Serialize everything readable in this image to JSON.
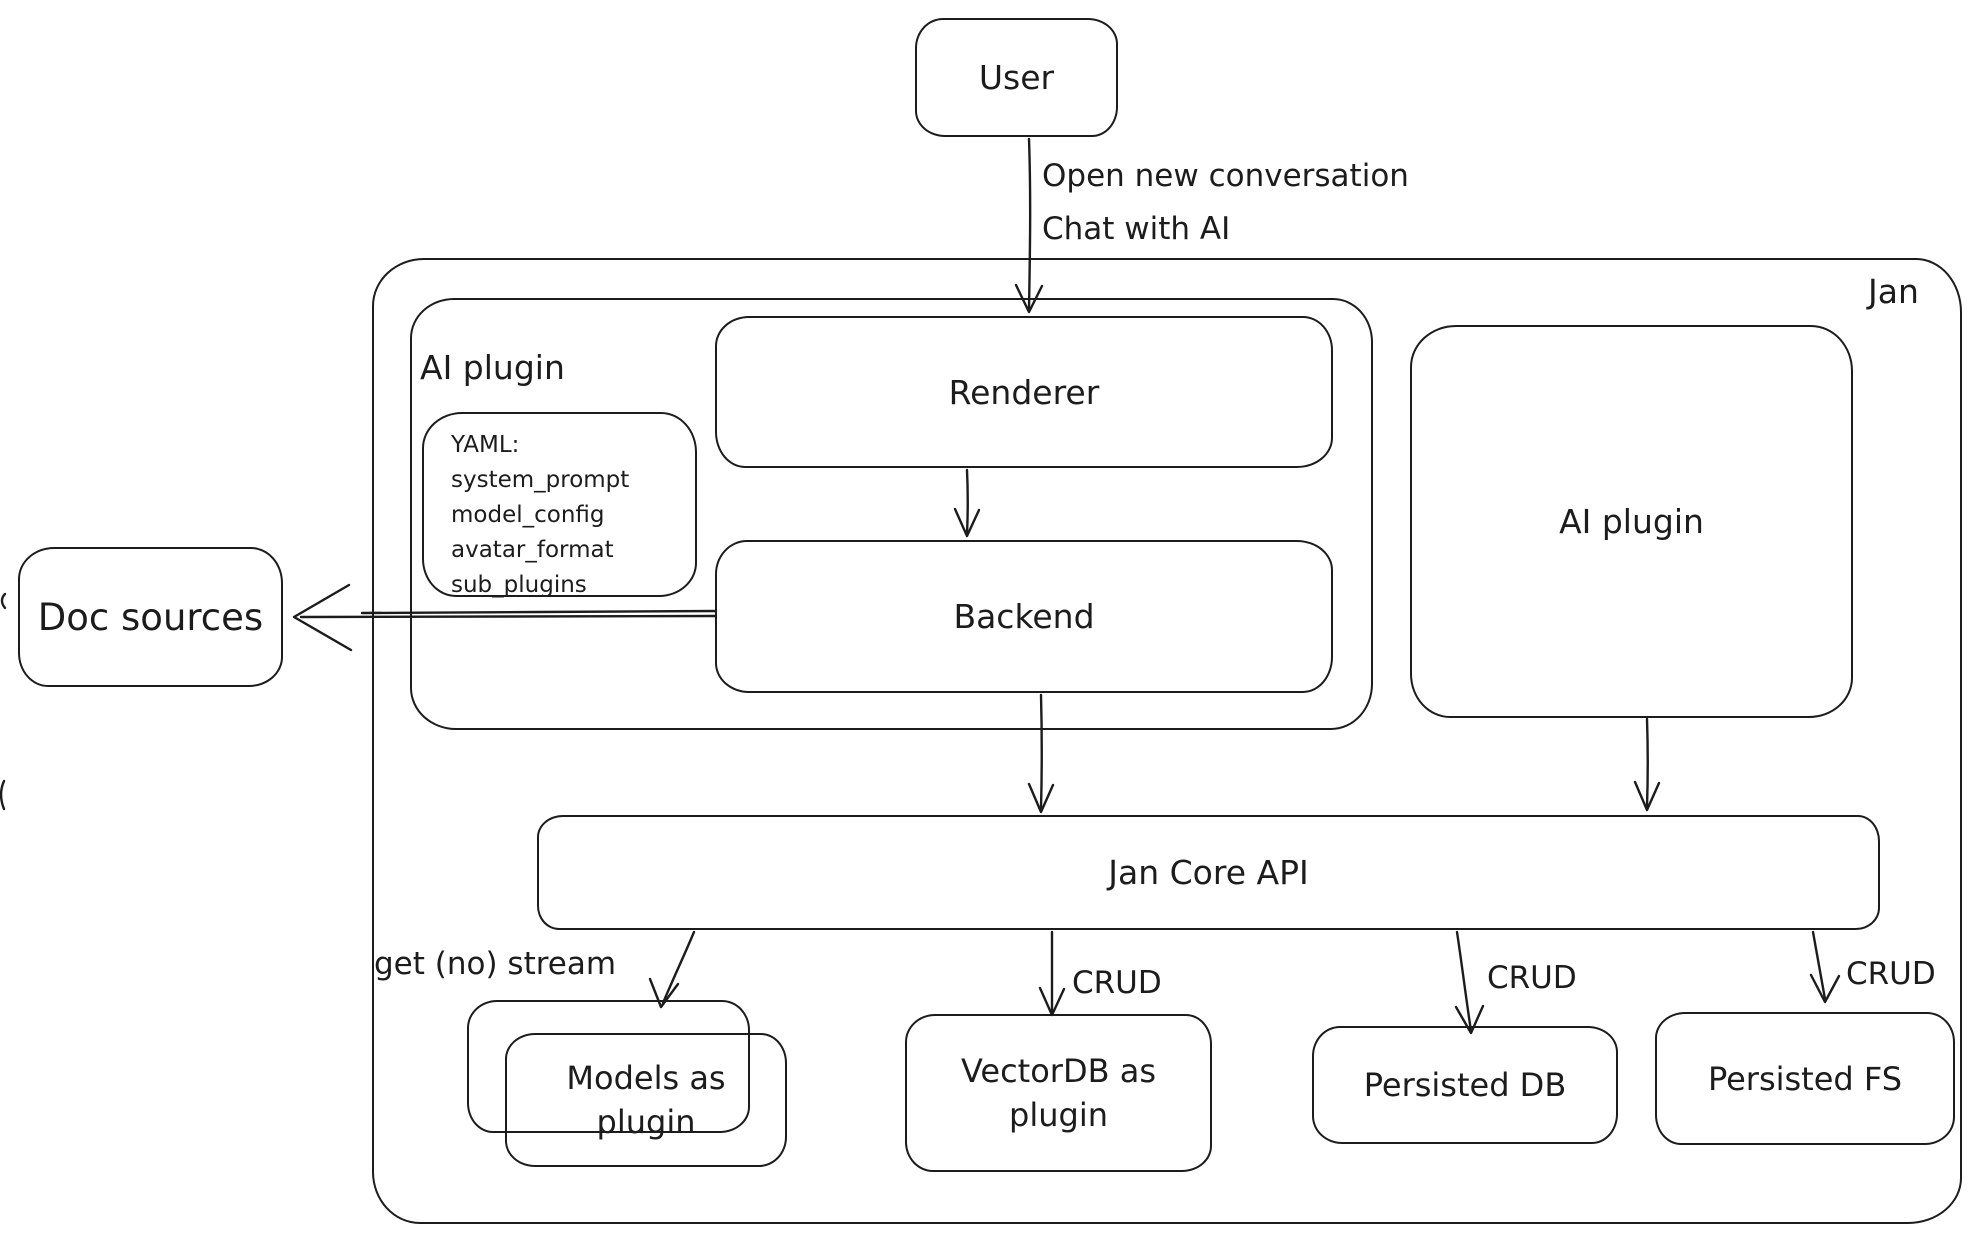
{
  "colors": {
    "stroke": "#1c1c1c",
    "background": "#ffffff"
  },
  "nodes": {
    "user": {
      "label": "User"
    },
    "jan": {
      "label": "Jan"
    },
    "ai_plugin_group": {
      "label": "AI plugin"
    },
    "renderer": {
      "label": "Renderer"
    },
    "yaml_note": {
      "lines": [
        "YAML:",
        "system_prompt",
        "model_config",
        "avatar_format",
        "sub_plugins"
      ]
    },
    "backend": {
      "label": "Backend"
    },
    "ai_plugin": {
      "label": "AI plugin"
    },
    "doc_sources": {
      "label": "Doc sources"
    },
    "jan_core_api": {
      "label": "Jan Core API"
    },
    "models_as_plugin": {
      "label": "Models as plugin"
    },
    "vectordb_as_plugin": {
      "label": "VectorDB as plugin"
    },
    "persisted_db": {
      "label": "Persisted DB"
    },
    "persisted_fs": {
      "label": "Persisted FS"
    }
  },
  "edges": {
    "user_to_renderer": {
      "label_line1": "Open new conversation",
      "label_line2": "Chat with AI"
    },
    "api_to_models": {
      "label": "get (no) stream"
    },
    "api_to_vectordb": {
      "label": "CRUD"
    },
    "api_to_persisted_db": {
      "label": "CRUD"
    },
    "api_to_persisted_fs": {
      "label": "CRUD"
    }
  }
}
